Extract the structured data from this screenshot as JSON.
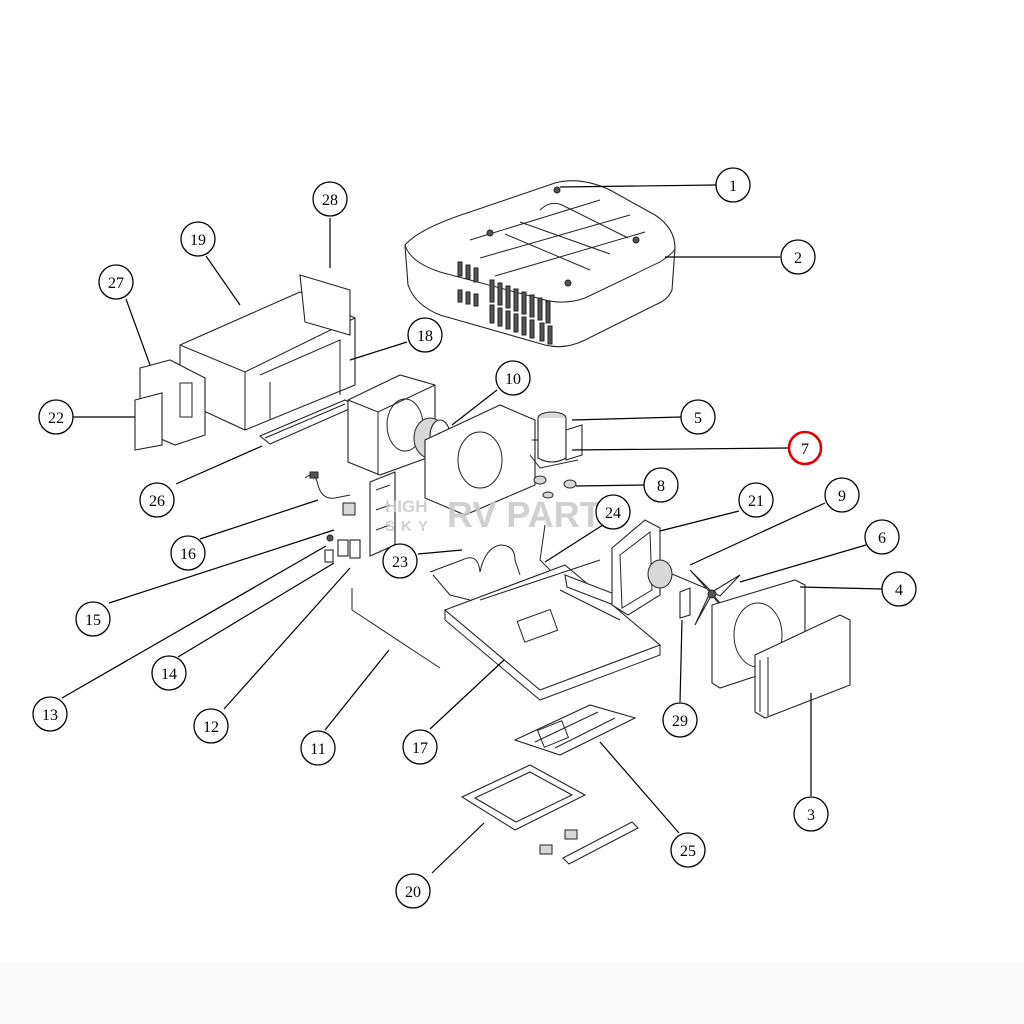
{
  "diagram": {
    "callouts": [
      {
        "id": "c1",
        "label": "1"
      },
      {
        "id": "c2",
        "label": "2"
      },
      {
        "id": "c3",
        "label": "3"
      },
      {
        "id": "c4",
        "label": "4"
      },
      {
        "id": "c5",
        "label": "5"
      },
      {
        "id": "c6",
        "label": "6"
      },
      {
        "id": "c7",
        "label": "7",
        "highlighted": true
      },
      {
        "id": "c8",
        "label": "8"
      },
      {
        "id": "c9",
        "label": "9"
      },
      {
        "id": "c10",
        "label": "10"
      },
      {
        "id": "c11",
        "label": "11"
      },
      {
        "id": "c12",
        "label": "12"
      },
      {
        "id": "c13",
        "label": "13"
      },
      {
        "id": "c14",
        "label": "14"
      },
      {
        "id": "c15",
        "label": "15"
      },
      {
        "id": "c16",
        "label": "16"
      },
      {
        "id": "c17",
        "label": "17"
      },
      {
        "id": "c18",
        "label": "18"
      },
      {
        "id": "c19",
        "label": "19"
      },
      {
        "id": "c20",
        "label": "20"
      },
      {
        "id": "c21",
        "label": "21"
      },
      {
        "id": "c22",
        "label": "22"
      },
      {
        "id": "c23",
        "label": "23"
      },
      {
        "id": "c24",
        "label": "24"
      },
      {
        "id": "c25",
        "label": "25"
      },
      {
        "id": "c26",
        "label": "26"
      },
      {
        "id": "c27",
        "label": "27"
      },
      {
        "id": "c28",
        "label": "28"
      },
      {
        "id": "c29",
        "label": "29"
      }
    ],
    "highlight_color": "#e00000"
  },
  "watermark": {
    "line1": "HIGH",
    "line2": "SKY",
    "brand": "RV PARTS"
  }
}
